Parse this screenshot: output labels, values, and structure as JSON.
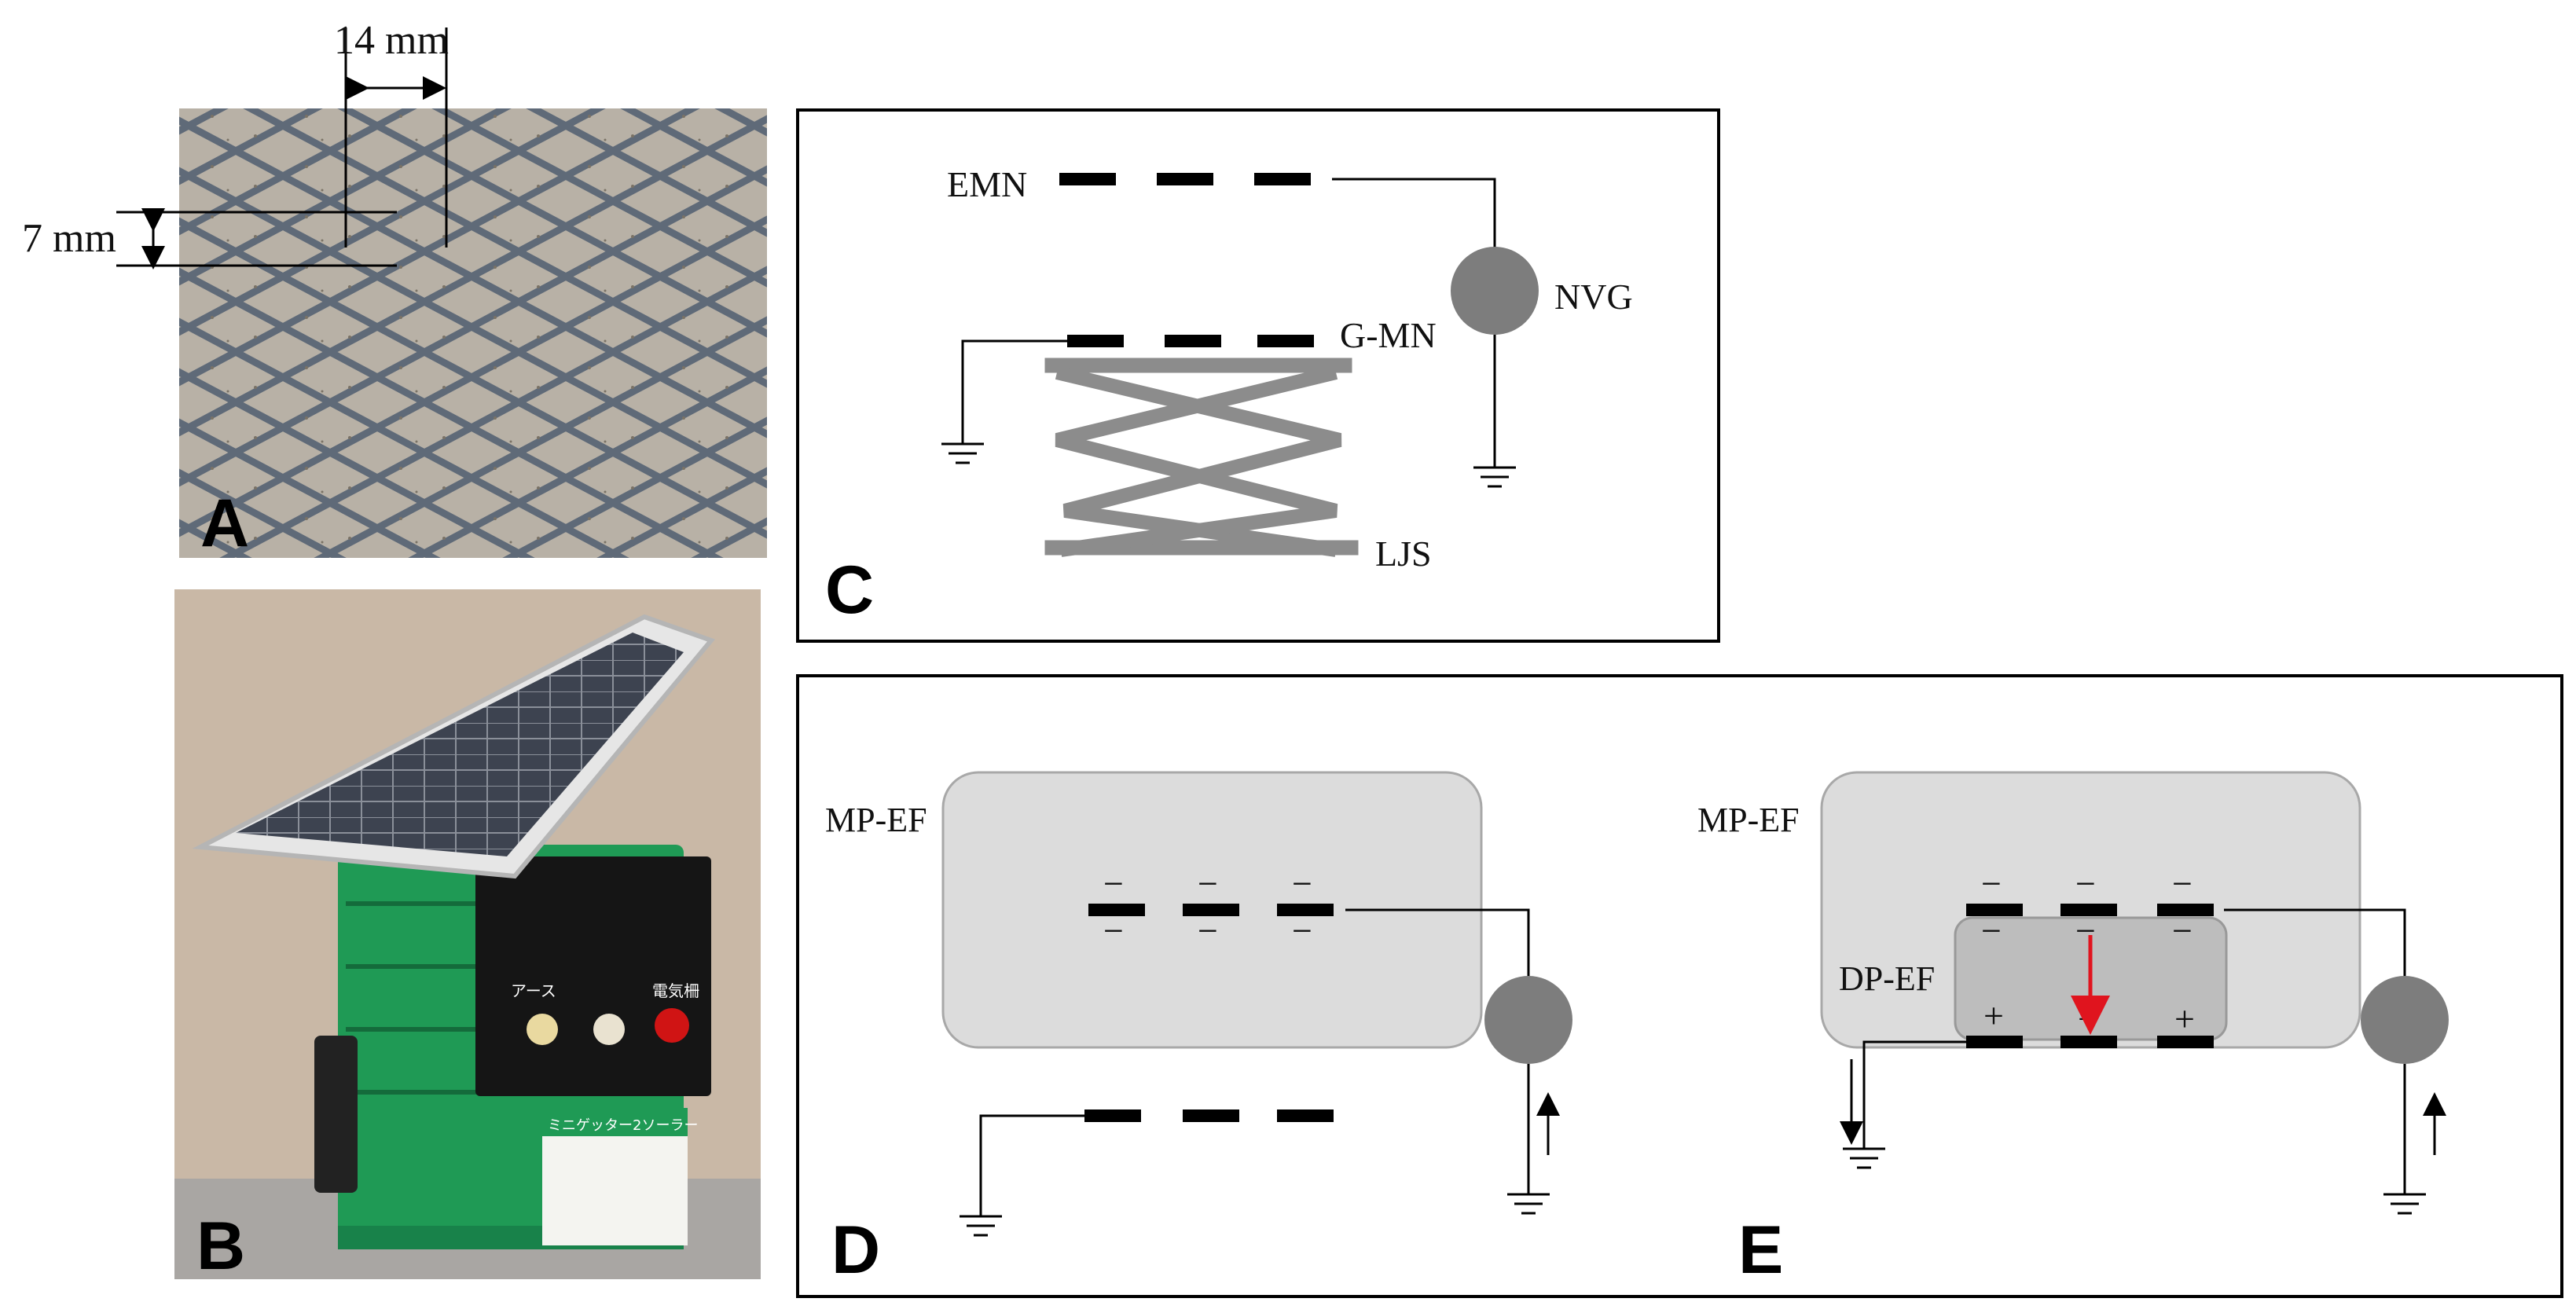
{
  "panel_a": {
    "letter": "A",
    "dim_horizontal": "14 mm",
    "dim_vertical": "7 mm"
  },
  "panel_b": {
    "letter": "B",
    "device_label": "ミニゲッター2ソーラー",
    "terminal_earth": "アース",
    "terminal_fence": "電気柵"
  },
  "panel_c": {
    "letter": "C",
    "label_emn": "EMN",
    "label_nvg": "NVG",
    "label_gmn": "G-MN",
    "label_ljs": "LJS"
  },
  "panel_d": {
    "letter": "D",
    "label_mpef": "MP-EF",
    "minus_sign": "−"
  },
  "panel_e": {
    "letter": "E",
    "label_mpef": "MP-EF",
    "label_dpef": "DP-EF",
    "minus_sign": "−",
    "plus_sign": "+"
  },
  "colors": {
    "field_fill": "#dcdcdc",
    "dp_field_fill": "#bdbdbd",
    "generator_fill": "#7d7d7d",
    "stand_gray": "#8c8c8c",
    "arrow_red": "#e0141e",
    "device_green": "#1f9a55"
  }
}
